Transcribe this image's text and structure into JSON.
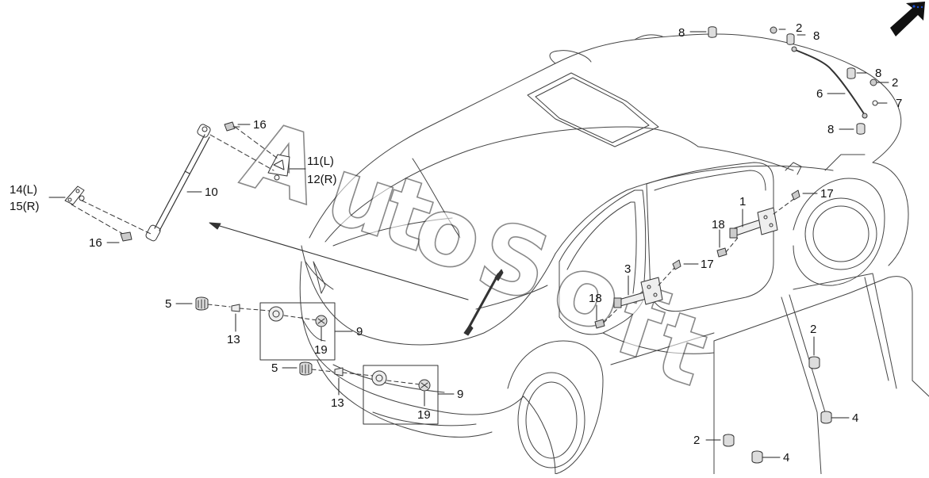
{
  "diagram": {
    "watermark": "AutoSoft",
    "direction_icon": "front-direction-arrow-icon",
    "callouts": [
      {
        "id": "c-8a",
        "text": "8"
      },
      {
        "id": "c-2a",
        "text": "2"
      },
      {
        "id": "c-8b",
        "text": "8"
      },
      {
        "id": "c-8c",
        "text": "8"
      },
      {
        "id": "c-2b",
        "text": "2"
      },
      {
        "id": "c-6",
        "text": "6"
      },
      {
        "id": "c-7",
        "text": "7"
      },
      {
        "id": "c-8d",
        "text": "8"
      },
      {
        "id": "c-16a",
        "text": "16"
      },
      {
        "id": "c-11",
        "text": "11(L)"
      },
      {
        "id": "c-12",
        "text": "12(R)"
      },
      {
        "id": "c-10",
        "text": "10"
      },
      {
        "id": "c-14",
        "text": "14(L)"
      },
      {
        "id": "c-15",
        "text": "15(R)"
      },
      {
        "id": "c-16b",
        "text": "16"
      },
      {
        "id": "c-17a",
        "text": "17"
      },
      {
        "id": "c-1",
        "text": "1"
      },
      {
        "id": "c-18a",
        "text": "18"
      },
      {
        "id": "c-17b",
        "text": "17"
      },
      {
        "id": "c-3",
        "text": "3"
      },
      {
        "id": "c-18b",
        "text": "18"
      },
      {
        "id": "c-5a",
        "text": "5"
      },
      {
        "id": "c-13a",
        "text": "13"
      },
      {
        "id": "c-9a",
        "text": "9"
      },
      {
        "id": "c-19a",
        "text": "19"
      },
      {
        "id": "c-5b",
        "text": "5"
      },
      {
        "id": "c-13b",
        "text": "13"
      },
      {
        "id": "c-9b",
        "text": "9"
      },
      {
        "id": "c-19b",
        "text": "19"
      },
      {
        "id": "c-2c",
        "text": "2"
      },
      {
        "id": "c-4a",
        "text": "4"
      },
      {
        "id": "c-2d",
        "text": "2"
      },
      {
        "id": "c-4b",
        "text": "4"
      }
    ]
  }
}
